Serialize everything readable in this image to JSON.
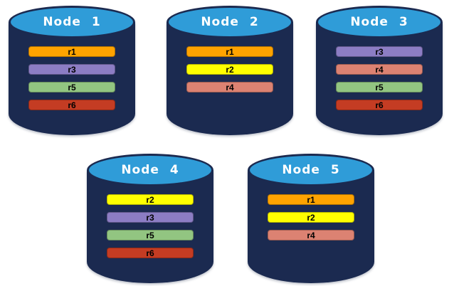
{
  "colors": {
    "body": "#1B2A50",
    "top": "#2F9CD8",
    "title_text": "#FFFFFF",
    "bar_text": "#000000",
    "orange": "#FFA300",
    "yellow": "#FFFF00",
    "purple": "#8C7DC4",
    "green": "#92C581",
    "salmon": "#DC8272",
    "red": "#C43C23"
  },
  "nodes": [
    {
      "id": "node-1",
      "title": "Node 1",
      "rows": [
        {
          "label": "r1",
          "color": "orange"
        },
        {
          "label": "r3",
          "color": "purple"
        },
        {
          "label": "r5",
          "color": "green"
        },
        {
          "label": "r6",
          "color": "red"
        }
      ]
    },
    {
      "id": "node-2",
      "title": "Node 2",
      "rows": [
        {
          "label": "r1",
          "color": "orange"
        },
        {
          "label": "r2",
          "color": "yellow"
        },
        {
          "label": "r4",
          "color": "salmon"
        }
      ]
    },
    {
      "id": "node-3",
      "title": "Node 3",
      "rows": [
        {
          "label": "r3",
          "color": "purple"
        },
        {
          "label": "r4",
          "color": "salmon"
        },
        {
          "label": "r5",
          "color": "green"
        },
        {
          "label": "r6",
          "color": "red"
        }
      ]
    },
    {
      "id": "node-4",
      "title": "Node 4",
      "rows": [
        {
          "label": "r2",
          "color": "yellow"
        },
        {
          "label": "r3",
          "color": "purple"
        },
        {
          "label": "r5",
          "color": "green"
        },
        {
          "label": "r6",
          "color": "red"
        }
      ]
    },
    {
      "id": "node-5",
      "title": "Node 5",
      "rows": [
        {
          "label": "r1",
          "color": "orange"
        },
        {
          "label": "r2",
          "color": "yellow"
        },
        {
          "label": "r4",
          "color": "salmon"
        }
      ]
    }
  ]
}
